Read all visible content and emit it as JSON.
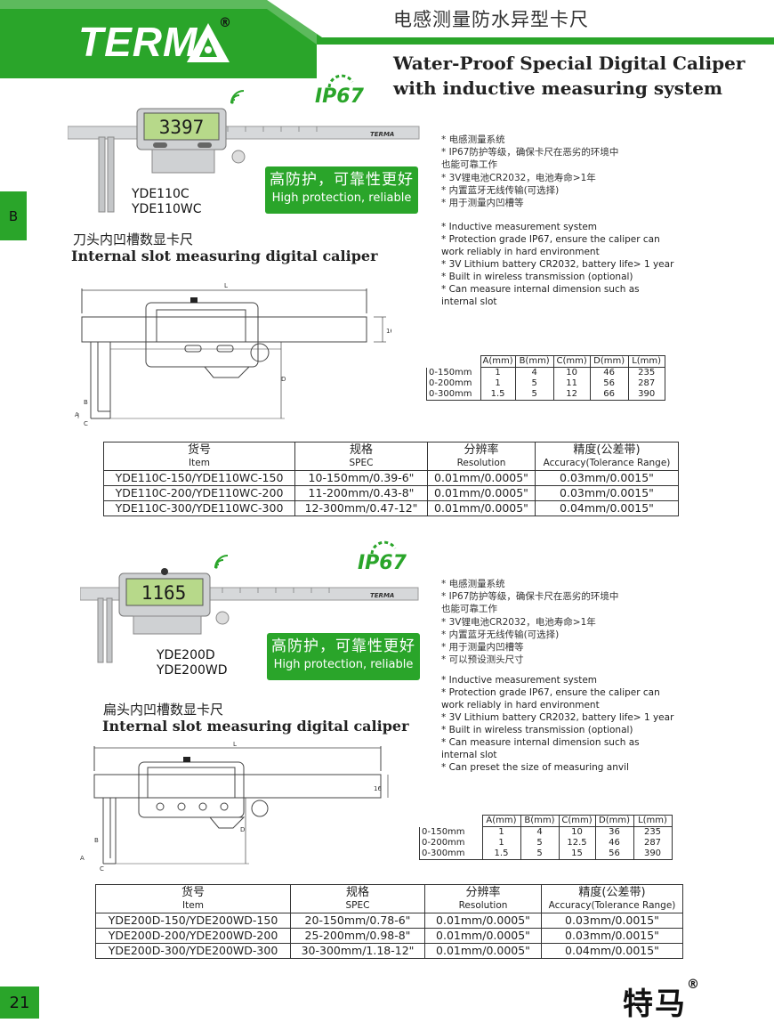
{
  "header": {
    "logo_text": "TERM",
    "registered_mark": "®",
    "title_cn": "电感测量防水异型卡尺",
    "title_en_line1": "Water-Proof Special Digital Caliper",
    "title_en_line2": "with inductive measuring system",
    "accent_color": "#2aa52a"
  },
  "side_tab": "B",
  "page_number": "21",
  "footer_logo": "特马",
  "footer_reg": "®",
  "products": [
    {
      "ip_badge": "IP67",
      "display_reading": "3397",
      "caliper_brand": "TERMA",
      "models": [
        "YDE110C",
        "YDE110WC"
      ],
      "badge_cn": "高防护，可靠性更好",
      "badge_en": "High protection, reliable",
      "name_cn": "刀头内凹槽数显卡尺",
      "name_en": "Internal slot measuring digital caliper",
      "features_cn": [
        "* 电感测量系统",
        "* IP67防护等级，确保卡尺在恶劣的环境中",
        "   也能可靠工作",
        "* 3V锂电池CR2032，电池寿命>1年",
        "* 内置蓝牙无线传输(可选择)",
        "* 用于测量内凹槽等"
      ],
      "features_en": [
        "* Inductive measurement system",
        "* Protection grade IP67, ensure the caliper can",
        "  work reliably in hard environment",
        "* 3V Lithium battery CR2032, battery life> 1 year",
        "* Built in wireless transmission (optional)",
        "* Can measure internal dimension such as",
        "  internal slot"
      ],
      "drawing_labels": {
        "L": "L",
        "D": "D",
        "A": "A",
        "B": "B",
        "C": "C",
        "h": "16"
      },
      "dim_table": {
        "headers": [
          "",
          "A(mm)",
          "B(mm)",
          "C(mm)",
          "D(mm)",
          "L(mm)"
        ],
        "rows": [
          [
            "0-150mm",
            "1",
            "4",
            "10",
            "46",
            "235"
          ],
          [
            "0-200mm",
            "1",
            "5",
            "11",
            "56",
            "287"
          ],
          [
            "0-300mm",
            "1.5",
            "5",
            "12",
            "66",
            "390"
          ]
        ]
      },
      "spec_table": {
        "headers": [
          {
            "cn": "货号",
            "en": "Item"
          },
          {
            "cn": "规格",
            "en": "SPEC"
          },
          {
            "cn": "分辨率",
            "en": "Resolution"
          },
          {
            "cn": "精度(公差带)",
            "en": "Accuracy(Tolerance Range)"
          }
        ],
        "rows": [
          [
            "YDE110C-150/YDE110WC-150",
            "10-150mm/0.39-6\"",
            "0.01mm/0.0005\"",
            "0.03mm/0.0015\""
          ],
          [
            "YDE110C-200/YDE110WC-200",
            "11-200mm/0.43-8\"",
            "0.01mm/0.0005\"",
            "0.03mm/0.0015\""
          ],
          [
            "YDE110C-300/YDE110WC-300",
            "12-300mm/0.47-12\"",
            "0.01mm/0.0005\"",
            "0.04mm/0.0015\""
          ]
        ]
      }
    },
    {
      "ip_badge": "IP67",
      "display_reading": "1165",
      "caliper_brand": "TERMA",
      "models": [
        "YDE200D",
        "YDE200WD"
      ],
      "badge_cn": "高防护，可靠性更好",
      "badge_en": "High protection, reliable",
      "name_cn": "扁头内凹槽数显卡尺",
      "name_en": "Internal slot measuring digital caliper",
      "features_cn": [
        "* 电感测量系统",
        "* IP67防护等级，确保卡尺在恶劣的环境中",
        "   也能可靠工作",
        "* 3V锂电池CR2032，电池寿命>1年",
        "* 内置蓝牙无线传输(可选择)",
        "* 用于测量内凹槽等",
        "* 可以预设测头尺寸"
      ],
      "features_en": [
        "* Inductive measurement system",
        "* Protection grade IP67, ensure the caliper can",
        "  work reliably in hard environment",
        "* 3V Lithium battery CR2032, battery life> 1 year",
        "* Built in wireless transmission (optional)",
        "* Can measure internal dimension such as",
        "   internal slot",
        "* Can preset the size of measuring anvil"
      ],
      "drawing_labels": {
        "L": "L",
        "D": "D",
        "A": "A",
        "B": "B",
        "C": "C",
        "h": "16"
      },
      "dim_table": {
        "headers": [
          "",
          "A(mm)",
          "B(mm)",
          "C(mm)",
          "D(mm)",
          "L(mm)"
        ],
        "rows": [
          [
            "0-150mm",
            "1",
            "4",
            "10",
            "36",
            "235"
          ],
          [
            "0-200mm",
            "1",
            "5",
            "12.5",
            "46",
            "287"
          ],
          [
            "0-300mm",
            "1.5",
            "5",
            "15",
            "56",
            "390"
          ]
        ]
      },
      "spec_table": {
        "headers": [
          {
            "cn": "货号",
            "en": "Item"
          },
          {
            "cn": "规格",
            "en": "SPEC"
          },
          {
            "cn": "分辨率",
            "en": "Resolution"
          },
          {
            "cn": "精度(公差带)",
            "en": "Accuracy(Tolerance Range)"
          }
        ],
        "rows": [
          [
            "YDE200D-150/YDE200WD-150",
            "20-150mm/0.78-6\"",
            "0.01mm/0.0005\"",
            "0.03mm/0.0015\""
          ],
          [
            "YDE200D-200/YDE200WD-200",
            "25-200mm/0.98-8\"",
            "0.01mm/0.0005\"",
            "0.03mm/0.0015\""
          ],
          [
            "YDE200D-300/YDE200WD-300",
            "30-300mm/1.18-12\"",
            "0.01mm/0.0005\"",
            "0.04mm/0.0015\""
          ]
        ]
      }
    }
  ]
}
